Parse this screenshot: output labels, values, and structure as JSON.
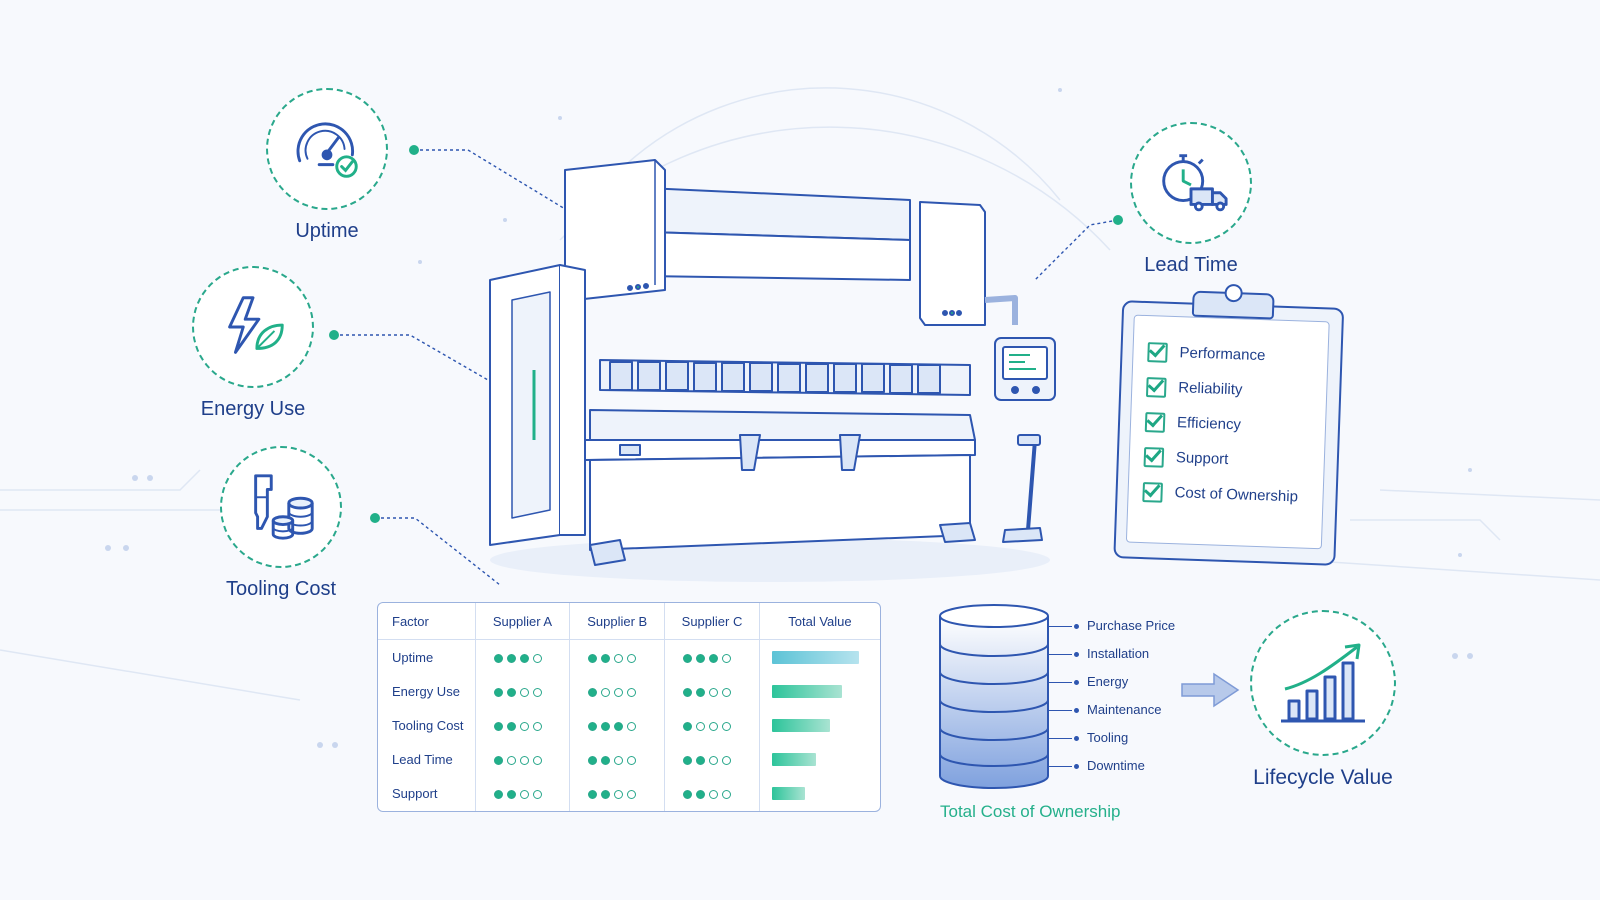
{
  "factors": {
    "uptime": {
      "label": "Uptime",
      "icon": "gauge-check-icon"
    },
    "energy": {
      "label": "Energy Use",
      "icon": "lightning-leaf-icon"
    },
    "tooling": {
      "label": "Tooling Cost",
      "icon": "tool-coins-icon"
    },
    "lead_time": {
      "label": "Lead Time",
      "icon": "stopwatch-truck-icon"
    }
  },
  "checklist": {
    "items": [
      "Performance",
      "Reliability",
      "Efficiency",
      "Support",
      "Cost of Ownership"
    ]
  },
  "table": {
    "headers": [
      "Factor",
      "Supplier A",
      "Supplier B",
      "Supplier C",
      "Total Value"
    ],
    "rows": [
      {
        "factor": "Uptime",
        "a": 3,
        "b": 2,
        "c": 3,
        "total": 0.95
      },
      {
        "factor": "Energy Use",
        "a": 2,
        "b": 1,
        "c": 2,
        "total": 0.76
      },
      {
        "factor": "Tooling Cost",
        "a": 2,
        "b": 3,
        "c": 1,
        "total": 0.63
      },
      {
        "factor": "Lead Time",
        "a": 1,
        "b": 2,
        "c": 2,
        "total": 0.48
      },
      {
        "factor": "Support",
        "a": 2,
        "b": 2,
        "c": 2,
        "total": 0.36
      }
    ],
    "dot_max": 4
  },
  "tco": {
    "title": "Total Cost of Ownership",
    "items": [
      "Purchase Price",
      "Installation",
      "Energy",
      "Maintenance",
      "Tooling",
      "Downtime"
    ]
  },
  "lifecycle": {
    "label": "Lifecycle Value",
    "icon": "growth-chart-icon"
  },
  "colors": {
    "primary": "#2e56b0",
    "accent": "#2aa88c",
    "text": "#1f3f8a",
    "background": "#f7f9fd"
  }
}
